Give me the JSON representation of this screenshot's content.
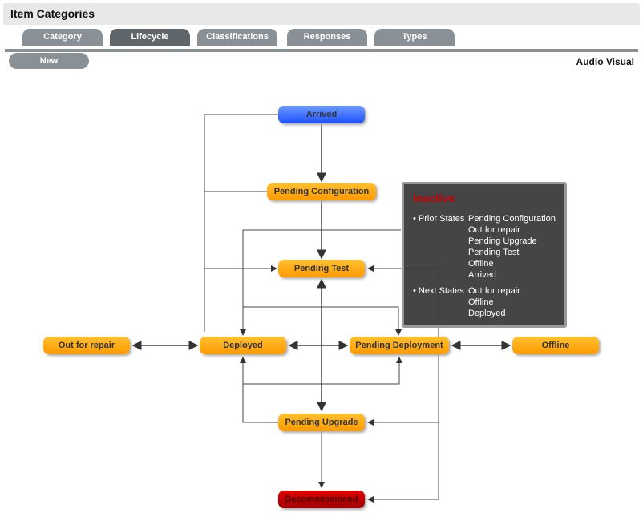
{
  "header": {
    "title": "Item Categories"
  },
  "tabs": [
    {
      "label": "Category"
    },
    {
      "label": "Lifecycle"
    },
    {
      "label": "Classifications"
    },
    {
      "label": "Responses"
    },
    {
      "label": "Types"
    }
  ],
  "active_tab": "Lifecycle",
  "toolbar": {
    "new_label": "New",
    "category_name": "Audio Visual"
  },
  "nodes": {
    "arrived": "Arrived",
    "pending_configuration": "Pending Configuration",
    "pending_test": "Pending Test",
    "out_for_repair": "Out for repair",
    "deployed": "Deployed",
    "pending_deployment": "Pending Deployment",
    "offline": "Offline",
    "pending_upgrade": "Pending Upgrade",
    "decommissioned": "Decommissioned"
  },
  "tooltip": {
    "title": "Inactive",
    "prior_label": "• Prior States",
    "prior": [
      "Pending Configuration",
      "Out for repair",
      "Pending Upgrade",
      "Pending Test",
      "Offline",
      "Arrived"
    ],
    "next_label": "• Next States",
    "next": [
      "Out for repair",
      "Offline",
      "Deployed"
    ]
  },
  "colors": {
    "node": "#ff9a00",
    "start": "#1e50ff",
    "end": "#c00000",
    "tab": "#8a9196",
    "tab_active": "#5f6569"
  }
}
